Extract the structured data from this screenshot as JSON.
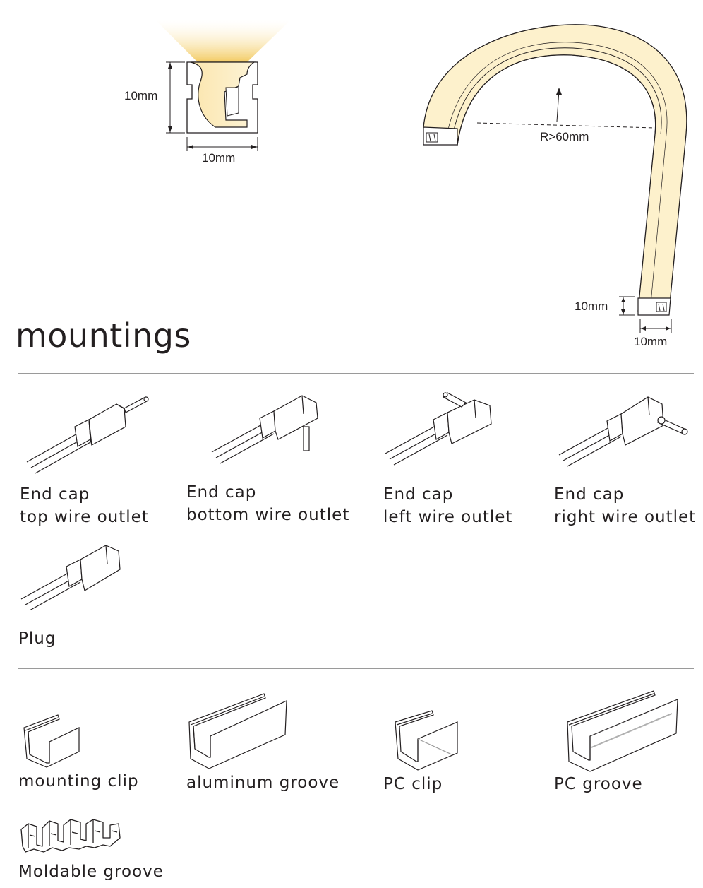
{
  "top_diagram": {
    "cross_section": {
      "height_label": "10mm",
      "width_label": "10mm"
    },
    "bend": {
      "radius_label": "R>60mm",
      "height_label": "10mm",
      "width_label": "10mm"
    }
  },
  "section_title": "mountings",
  "end_caps": [
    {
      "line1": "End cap",
      "line2": "top wire outlet",
      "icon": "end-cap-top-wire-icon"
    },
    {
      "line1": "End cap",
      "line2": "bottom wire outlet",
      "icon": "end-cap-bottom-wire-icon"
    },
    {
      "line1": "End cap",
      "line2": "left wire outlet",
      "icon": "end-cap-left-wire-icon"
    },
    {
      "line1": "End cap",
      "line2": "right wire outlet",
      "icon": "end-cap-right-wire-icon"
    }
  ],
  "plug": {
    "label": "Plug",
    "icon": "plug-icon"
  },
  "accessories": [
    {
      "label": "mounting clip",
      "icon": "mounting-clip-icon"
    },
    {
      "label": "aluminum groove",
      "icon": "aluminum-groove-icon"
    },
    {
      "label": "PC clip",
      "icon": "pc-clip-icon"
    },
    {
      "label": "PC groove",
      "icon": "pc-groove-icon"
    }
  ],
  "moldable": {
    "label": "Moldable groove",
    "icon": "moldable-groove-icon"
  },
  "colors": {
    "glow": "#fdf1cc",
    "glow_core": "#f6d98a",
    "line": "#231f20",
    "rule": "#9a9a9a"
  }
}
